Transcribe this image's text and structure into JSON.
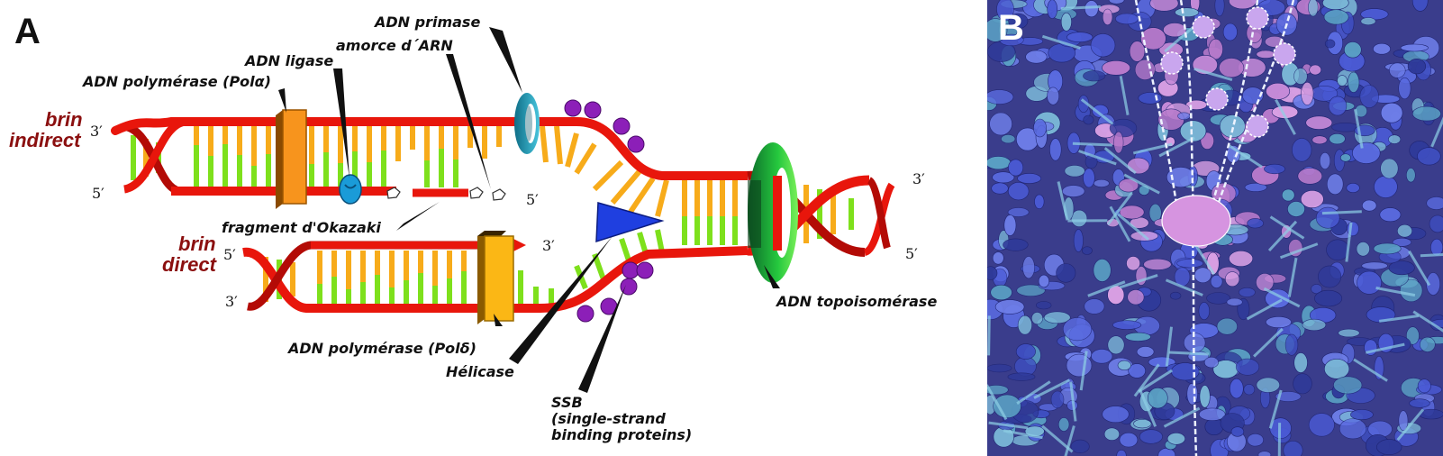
{
  "panel_a": {
    "letter": "A",
    "labels": {
      "primase": "ADN primase",
      "rna_primer": "amorce d´ARN",
      "ligase": "ADN ligase",
      "pol_alpha": "ADN polymérase (Polα)",
      "okazaki": "fragment d'Okazaki",
      "pol_delta": "ADN polymérase (Polδ)",
      "helicase": "Hélicase",
      "topoisomerase": "ADN topoisomérase",
      "ssb_1": "SSB",
      "ssb_2": "(single-strand",
      "ssb_3": "binding proteins)"
    },
    "strands": {
      "lagging_1": "brin",
      "lagging_2": "indirect",
      "leading_1": "brin",
      "leading_2": "direct"
    },
    "ends": {
      "lag_top_3": "3′",
      "lag_bot_5": "5′",
      "okazaki_5": "5′",
      "lead_3": "3′",
      "lead_top_5": "5′",
      "lead_bot_3": "3′",
      "right_3": "3′",
      "right_5": "5′"
    }
  },
  "panel_b": {
    "letter": "B"
  },
  "colors": {
    "backbone": "#e8160c",
    "base_green": "#7ee01c",
    "base_orange": "#f7ab1a",
    "polymerase_alpha": "#f7941d",
    "polymerase_delta": "#fbb715",
    "primase": "#1a9bb8",
    "helicase": "#1f3fe0",
    "topoisomerase": "#1faa3a",
    "ssb": "#8c1fb8",
    "strand_label": "#8b0f0f"
  }
}
